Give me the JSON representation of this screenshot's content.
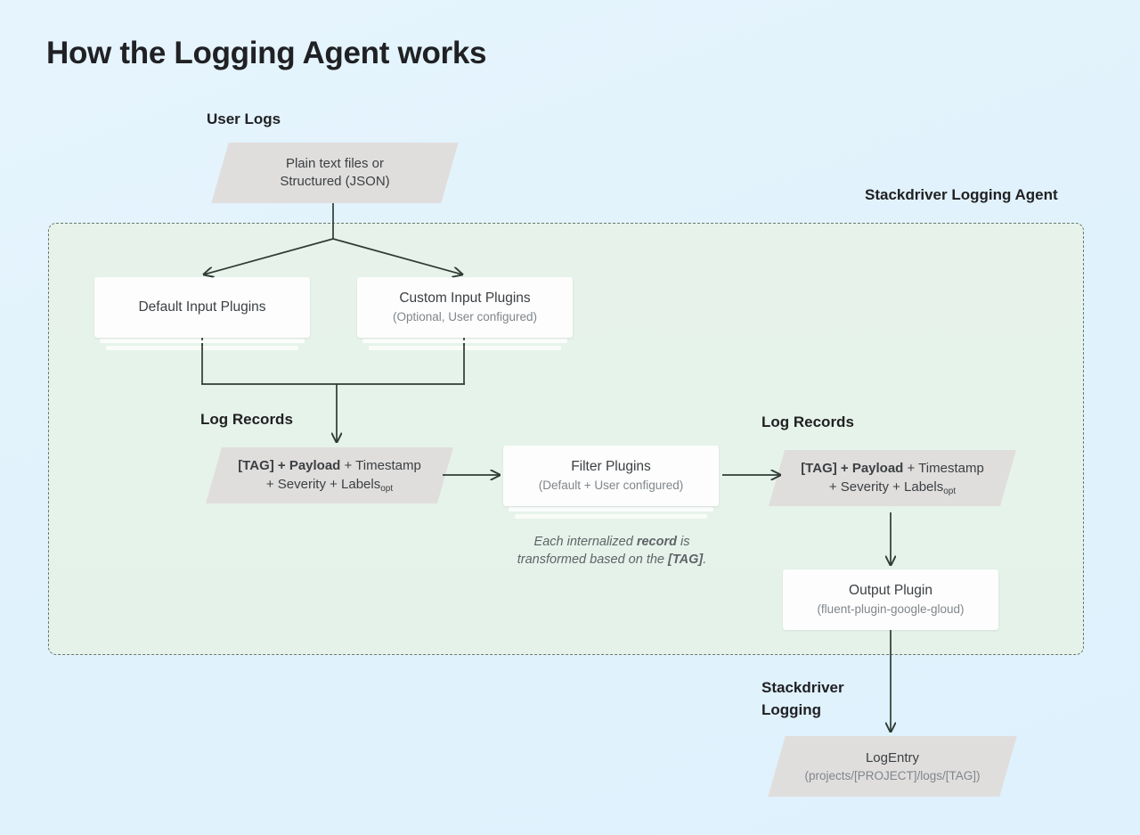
{
  "page": {
    "title": "How the Logging Agent works",
    "background_color": "#e2f3fc"
  },
  "labels": {
    "user_logs": "User Logs",
    "agent": "Stackdriver Logging Agent",
    "log_records_left": "Log Records",
    "log_records_right": "Log Records",
    "stackdriver_logging": "Stackdriver\nLogging",
    "stackdriver_logging_line1": "Stackdriver",
    "stackdriver_logging_line2": "Logging"
  },
  "nodes": {
    "user_logs_source": {
      "shape": "parallelogram",
      "line1": "Plain text files or",
      "line2": "Structured (JSON)",
      "fill": "#e0dedd"
    },
    "default_input_plugins": {
      "shape": "card",
      "title": "Default Input Plugins",
      "subtitle": "",
      "stacked": true,
      "fill": "#fdfdfd"
    },
    "custom_input_plugins": {
      "shape": "card",
      "title": "Custom Input Plugins",
      "subtitle": "(Optional, User configured)",
      "stacked": true,
      "fill": "#fdfdfd"
    },
    "log_record_left": {
      "shape": "parallelogram",
      "bold_part": "[TAG] + Payload",
      "line1_rest": " + Timestamp",
      "line2": "+ Severity + Labels",
      "line2_subscript": "opt",
      "fill": "#e0dedd"
    },
    "filter_plugins": {
      "shape": "card",
      "title": "Filter Plugins",
      "subtitle": "(Default + User configured)",
      "stacked": true,
      "fill": "#fdfdfd"
    },
    "log_record_right": {
      "shape": "parallelogram",
      "bold_part": "[TAG] + Payload",
      "line1_rest": " + Timestamp",
      "line2": "+ Severity + Labels",
      "line2_subscript": "opt",
      "fill": "#e0dedd"
    },
    "output_plugin": {
      "shape": "card",
      "title": "Output Plugin",
      "subtitle": "(fluent-plugin-google-gloud)",
      "stacked": false,
      "fill": "#fdfdfd"
    },
    "log_entry": {
      "shape": "parallelogram",
      "title": "LogEntry",
      "subtitle": "(projects/[PROJECT]/logs/[TAG])",
      "fill": "#e0dedd"
    }
  },
  "captions": {
    "filter_note_line1_a": "Each internalized ",
    "filter_note_line1_b": "record",
    "filter_note_line1_c": " is",
    "filter_note_line2_a": "transformed based on the ",
    "filter_note_line2_b": "[TAG]",
    "filter_note_line2_c": "."
  },
  "colors": {
    "page_background": "#e2f3fc",
    "agent_container_fill": "#e6f3ea",
    "agent_container_border": "#6b7a72",
    "parallelogram_fill": "#e0dedd",
    "card_fill": "#fdfdfd",
    "title_text": "#202124",
    "body_text": "#3c4043",
    "muted_text": "#80868b",
    "connector_stroke": "#2f3b36"
  }
}
